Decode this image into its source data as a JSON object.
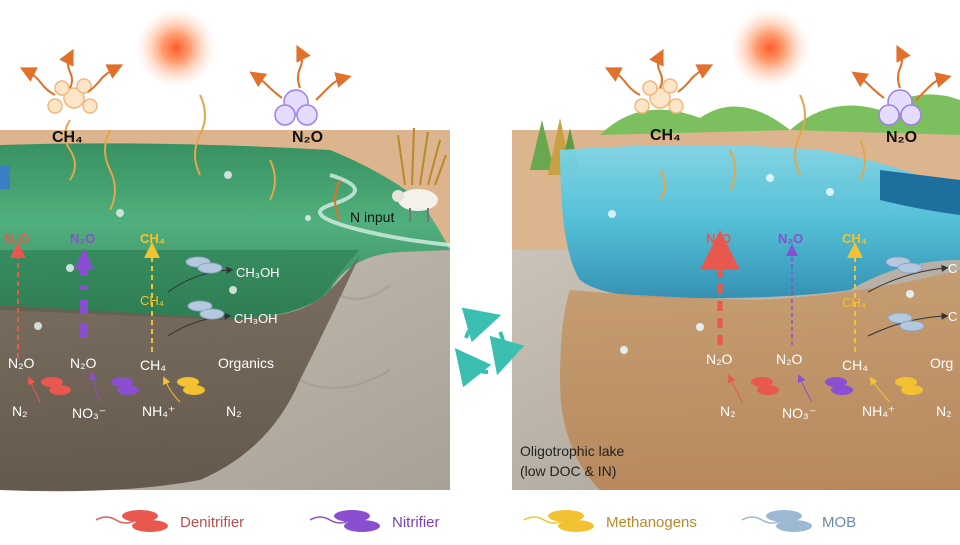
{
  "left_panel": {
    "atm_ch4": "CH₄",
    "atm_n2o": "N₂O",
    "n_input": "N input",
    "water_labels": {
      "n2o_red": "N₂O",
      "n2o_purple": "N₂O",
      "ch4_yellow": "CH₄",
      "ch3oh_upper": "CH₃OH",
      "ch4_mid": "CH₄",
      "ch3oh_lower": "CH₃OH"
    },
    "sediment_labels": {
      "n2o_1": "N₂O",
      "n2o_2": "N₂O",
      "ch4": "CH₄",
      "organics": "Organics",
      "n2_1": "N₂",
      "no3": "NO₃⁻",
      "nh4": "NH₄⁺",
      "n2_2": "N₂"
    }
  },
  "right_panel": {
    "atm_ch4": "CH₄",
    "atm_n2o": "N₂O",
    "water_labels": {
      "n2o_red": "N₂O",
      "n2o_purple": "N₂O",
      "ch4_yellow": "CH₄",
      "ch4_mid": "CH₄",
      "o_upper": "C",
      "o_lower": "C"
    },
    "sediment_labels": {
      "n2o_1": "N₂O",
      "n2o_2": "N₂O",
      "ch4": "CH₄",
      "org": "Org",
      "n2_1": "N₂",
      "no3": "NO₃⁻",
      "nh4": "NH₄⁺",
      "n2_2": "N₂"
    },
    "caption_line1": "Oligotrophic lake",
    "caption_line2": "(low DOC & IN)"
  },
  "legend": [
    {
      "label": "Denitrifier",
      "color": "#e8584f",
      "text_color": "#c0504d"
    },
    {
      "label": "Nitrifier",
      "color": "#8a4fd0",
      "text_color": "#7a3fb8"
    },
    {
      "label": "Methanogens",
      "color": "#f2c232",
      "text_color": "#b8892a"
    },
    {
      "label": "MOB",
      "color": "#8fb3d4",
      "text_color": "#6a88a8"
    }
  ],
  "colors": {
    "denitrifier": "#e8584f",
    "nitrifier": "#8a4fd0",
    "methanogen": "#f2c232",
    "mob": "#9db8d2",
    "eutrophic_water": "#2f9e62",
    "oligotrophic_water": "#4fc3dc",
    "soil": "#caa27c",
    "sediment_rock": "#b8b2a8"
  }
}
